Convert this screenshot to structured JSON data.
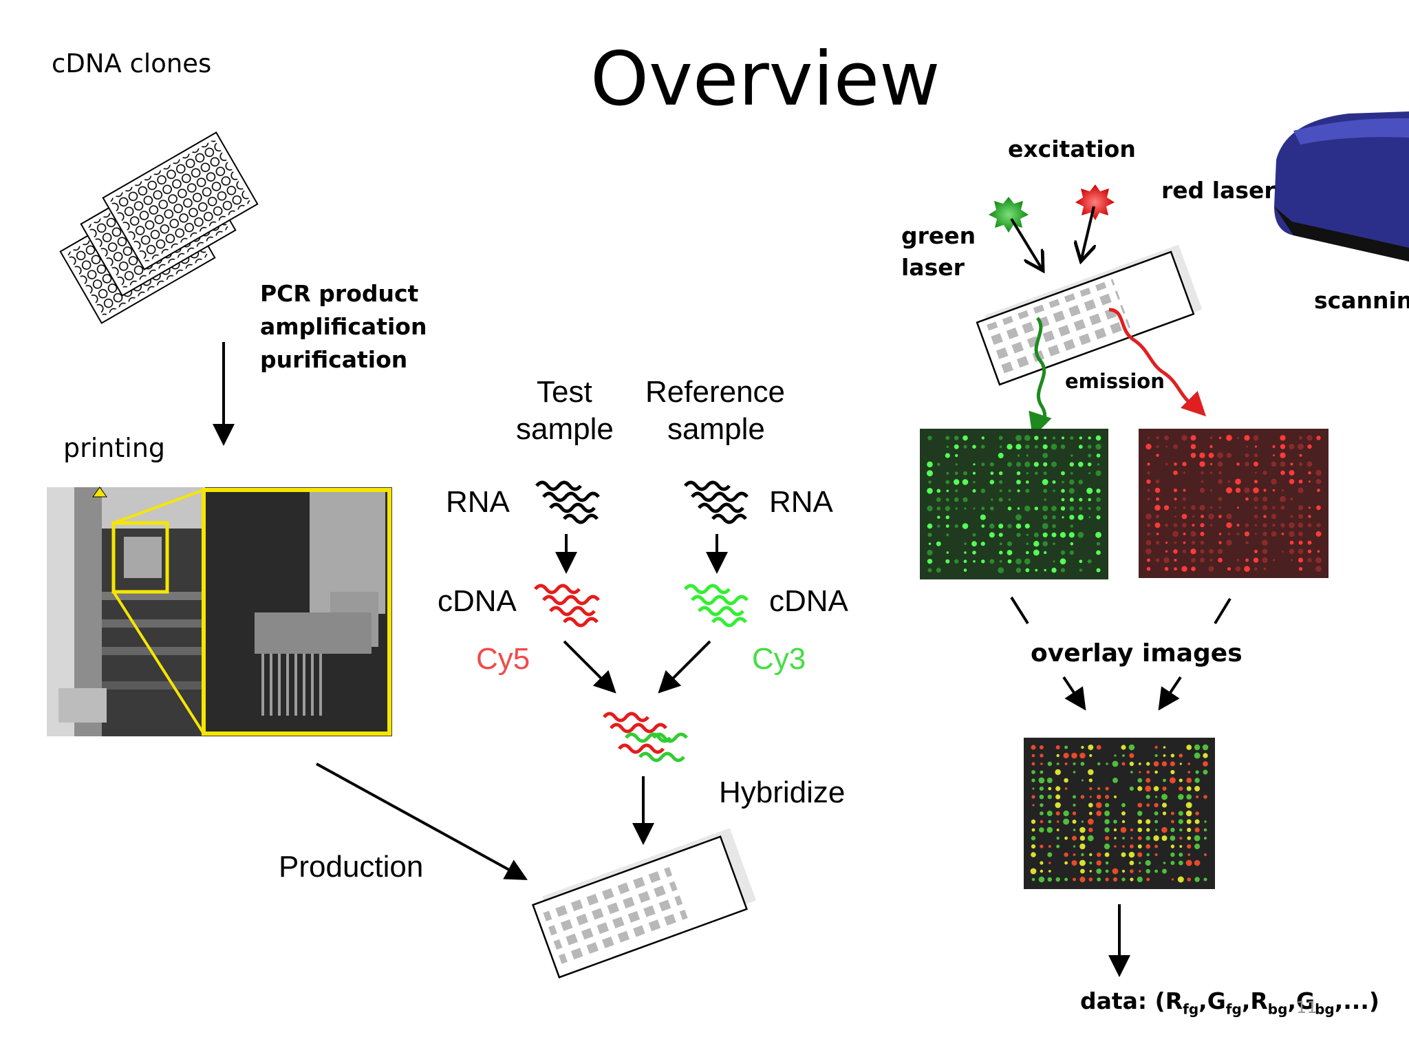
{
  "title": "Overview",
  "production": {
    "cdna_clones": "cDNA clones",
    "pcr_lines": [
      "PCR product",
      "amplification",
      "purification"
    ],
    "printing": "printing",
    "production_label": "Production"
  },
  "hybridization": {
    "test_sample": [
      "Test",
      "sample"
    ],
    "reference_sample": [
      "Reference",
      "sample"
    ],
    "rna_left": "RNA",
    "rna_right": "RNA",
    "cdna_left": "cDNA",
    "cdna_right": "cDNA",
    "dye_left": "Cy5",
    "dye_right": "Cy3",
    "hybridize": "Hybridize"
  },
  "scanning": {
    "excitation": "excitation",
    "red_laser": "red laser",
    "green_laser": [
      "green",
      "laser"
    ],
    "scanning": "scanning",
    "emission": "emission",
    "overlay": "overlay images",
    "data_prefix": "data: (",
    "data_terms": [
      {
        "main": "R",
        "sub": "fg"
      },
      {
        "main": "G",
        "sub": "fg"
      },
      {
        "main": "R",
        "sub": "bg"
      },
      {
        "main": "G",
        "sub": "bg"
      }
    ],
    "data_suffix": "...)",
    "page_number": "11"
  },
  "colors": {
    "cy5": "#f04a4a",
    "cy3": "#44dd44",
    "yellow_frame": "#f5e600",
    "green_scan": "#1f3a1f",
    "red_scan": "#4a2020",
    "scanner": "#2c2f8a"
  }
}
